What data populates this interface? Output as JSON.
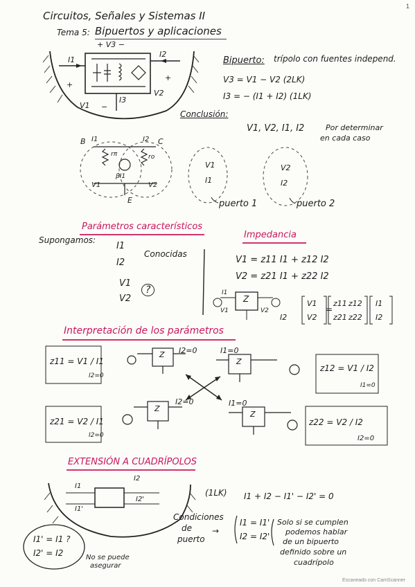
{
  "header": {
    "title": "Circuitos, Señales y Sistemas II",
    "subtitle_prefix": "Tema 5:",
    "subtitle": "Bipuertos y aplicaciones",
    "page_number": "1"
  },
  "bipuerto_diagram": {
    "v3_label": "+ V3 −",
    "i1": "I1",
    "i2": "I2",
    "i3": "I3",
    "v1": "V1",
    "v2": "V2",
    "plus_left": "+",
    "plus_right": "+",
    "minus": "−"
  },
  "definition": {
    "label": "Bipuerto:",
    "text": "trípolo con fuentes independ.",
    "eq1": "V3 = V1 − V2 (2LK)",
    "eq2": "I3 = − (I1 + I2) (1LK)",
    "conclusion_label": "Conclusión:",
    "conclusion_vars": "V1, V2, I1, I2",
    "conclusion_note_1": "Por determinar",
    "conclusion_note_2": "en cada caso"
  },
  "transistor": {
    "b": "B",
    "c": "C",
    "e": "E",
    "i1": "I1",
    "i2": "I2",
    "rpi": "rπ",
    "ro": "ro",
    "beta": "βI1",
    "v1": "V1",
    "v2": "V2",
    "port1_v": "V1",
    "port1_i": "I1",
    "port2_v": "V2",
    "port2_i": "I2",
    "puerto1": "puerto 1",
    "puerto2": "puerto 2"
  },
  "parametros": {
    "heading": "Parámetros característicos",
    "supongamos": "Supongamos:",
    "i1": "I1",
    "i2": "I2",
    "conocidas": "Conocidas",
    "v1": "V1",
    "v2": "V2",
    "question": "?"
  },
  "impedancia": {
    "heading": "Impedancia",
    "eq1": "V1 = z11 I1 + z12 I2",
    "eq2": "V2 = z21 I1 + z22 I2",
    "z_label": "Z",
    "matrix_v": [
      "V1",
      "V2"
    ],
    "matrix_z": [
      "z11",
      "z12",
      "z21",
      "z22"
    ],
    "matrix_i": [
      "I1",
      "I2"
    ],
    "v1": "V1",
    "v2": "V2",
    "i1": "I1",
    "i2": "I2"
  },
  "interpretacion": {
    "heading": "Interpretación de los parámetros",
    "z11": "z11 = V1 / I1",
    "z11_cond": "I2=0",
    "z12": "z12 = V1 / I2",
    "z12_cond": "I1=0",
    "z21": "z21 = V2 / I1",
    "z21_cond": "I2=0",
    "z22": "z22 = V2 / I2",
    "z22_cond": "I2=0",
    "cond_i2": "I2=0",
    "cond_i1": "I1=0",
    "z_label": "Z"
  },
  "extension": {
    "heading": "EXTENSIÓN A CUADRÍPOLOS",
    "i1": "I1",
    "i2": "I2",
    "i1p": "I1'",
    "i2p": "I2'",
    "lk": "(1LK)",
    "lk_eq": "I1 + I2 − I1' − I2' = 0",
    "condiciones_1": "Condiciones",
    "condiciones_2": "de",
    "condiciones_3": "puerto",
    "arrow": "→",
    "cond_a": "I1 = I1'",
    "cond_b": "I2 = I2'",
    "note_1": "Solo si se cumplen",
    "note_2": "podemos hablar",
    "note_3": "de un bipuerto",
    "note_4": "definido sobre un",
    "note_5": "cuadrípolo",
    "circle_1": "I1' = I1 ?",
    "circle_2": "I2' = I2",
    "no_puede": "No se puede",
    "asegurar": "asegurar"
  },
  "footer": "Escaneado con CamScanner"
}
